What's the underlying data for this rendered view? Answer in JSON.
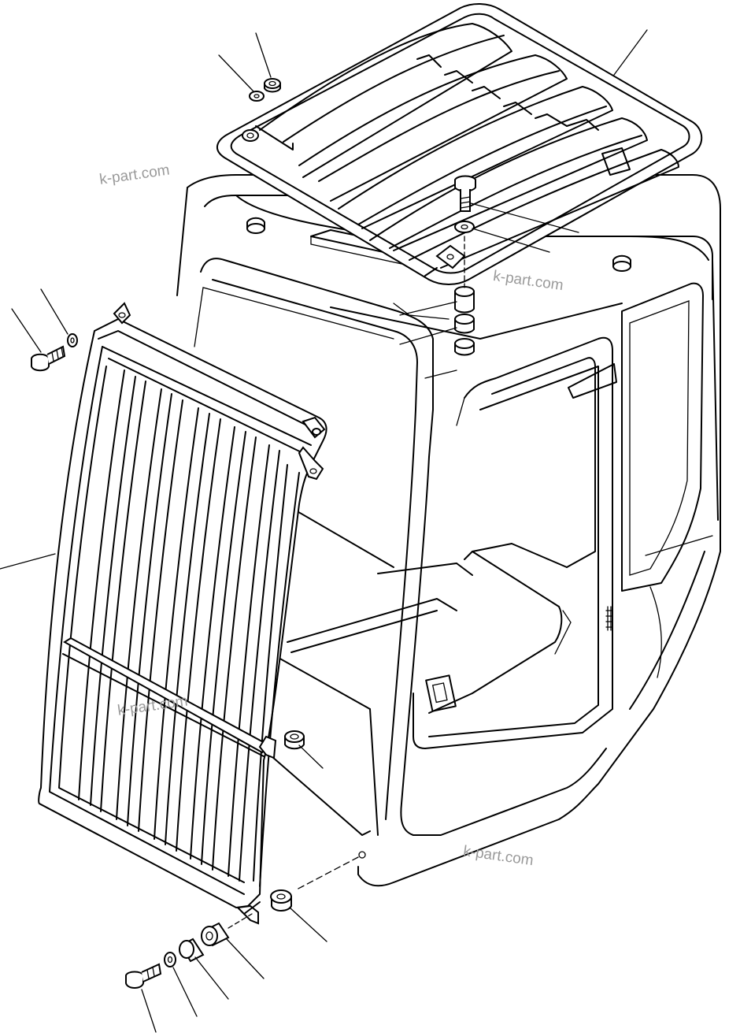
{
  "watermarks": {
    "wm1": "k-part.com",
    "wm2": "k-part.com",
    "wm3": "k-part.com",
    "wm4": "k-part.com"
  },
  "colors": {
    "line": "#000000",
    "background": "#ffffff",
    "watermark": "#9a9a9a"
  }
}
